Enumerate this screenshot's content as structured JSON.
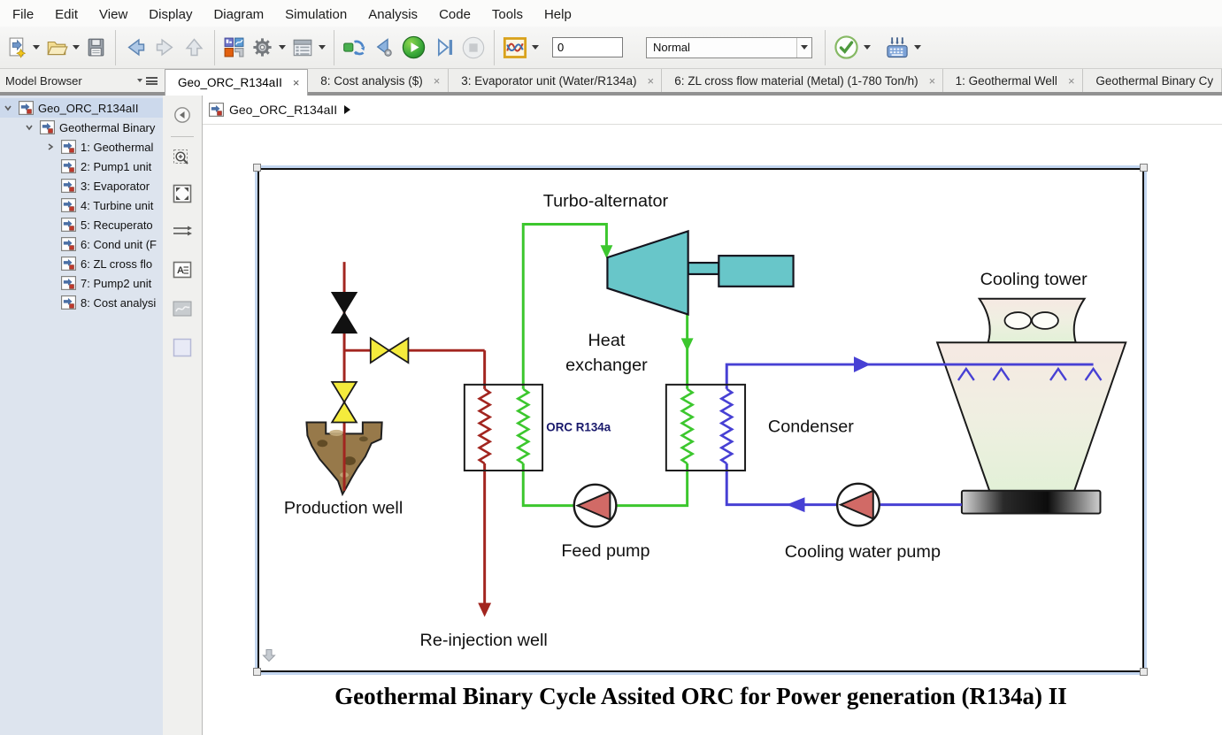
{
  "menubar": {
    "items": [
      "File",
      "Edit",
      "View",
      "Display",
      "Diagram",
      "Simulation",
      "Analysis",
      "Code",
      "Tools",
      "Help"
    ]
  },
  "toolbar": {
    "stop_time": "0",
    "sim_mode": "Normal",
    "icons": [
      "new-model",
      "open-model",
      "save-model",
      "navigate-back",
      "navigate-forward",
      "navigate-up",
      "library-browser",
      "model-settings",
      "model-configuration",
      "update-diagram",
      "step-back",
      "run",
      "step-forward",
      "stop",
      "simulation-data-inspector",
      "model-advisor",
      "fast-restart"
    ]
  },
  "model_browser": {
    "title": "Model Browser",
    "items": [
      {
        "label": "Geo_ORC_R134aII",
        "indent": 0,
        "expander": "expanded",
        "selected": true
      },
      {
        "label": "Geothermal Binary",
        "indent": 1,
        "expander": "expanded"
      },
      {
        "label": "1: Geothermal",
        "indent": 2,
        "expander": "collapsed"
      },
      {
        "label": "2: Pump1 unit",
        "indent": 2,
        "expander": "none"
      },
      {
        "label": "3: Evaporator",
        "indent": 2,
        "expander": "none"
      },
      {
        "label": "4: Turbine unit",
        "indent": 2,
        "expander": "none"
      },
      {
        "label": "5: Recuperato",
        "indent": 2,
        "expander": "none"
      },
      {
        "label": "6: Cond unit (F",
        "indent": 2,
        "expander": "none"
      },
      {
        "label": "6: ZL cross flo",
        "indent": 2,
        "expander": "none"
      },
      {
        "label": "7: Pump2 unit",
        "indent": 2,
        "expander": "none"
      },
      {
        "label": "8: Cost analysi",
        "indent": 2,
        "expander": "none"
      }
    ]
  },
  "tabs": {
    "items": [
      {
        "label": "Geo_ORC_R134aII",
        "active": true,
        "closable": true
      },
      {
        "label": "8: Cost analysis ($)",
        "active": false,
        "closable": true
      },
      {
        "label": "3: Evaporator unit (Water/R134a)",
        "active": false,
        "closable": true
      },
      {
        "label": "6: ZL cross flow material (Metal) (1-780 Ton/h)",
        "active": false,
        "closable": true
      },
      {
        "label": "1: Geothermal Well",
        "active": false,
        "closable": true
      },
      {
        "label": "Geothermal Binary Cy",
        "active": false,
        "closable": false
      }
    ]
  },
  "breadcrumb": {
    "model": "Geo_ORC_R134aII"
  },
  "palette_icons": [
    "hide-model-browser",
    "zoom-region",
    "fit-to-view",
    "signal-routing",
    "annotation",
    "image",
    "area"
  ],
  "diagram": {
    "labels": {
      "turbo_alternator": "Turbo-alternator",
      "heat_line1": "Heat",
      "heat_line2": "exchanger",
      "orc_fluid": "ORC R134a",
      "condenser": "Condenser",
      "cooling_tower": "Cooling tower",
      "production_well": "Production well",
      "feed_pump": "Feed pump",
      "cooling_water_pump": "Cooling water pump",
      "reinjection_well": "Re-injection well"
    },
    "caption": "Geothermal Binary Cycle Assited ORC for Power generation (R134a) II",
    "colors": {
      "geothermal_line": "#A2251F",
      "orc_line": "#3CC72E",
      "cooling_line": "#4740D4",
      "turbine_fill": "#68C6C9",
      "pump_fill": "#D16A66",
      "valve_yellow": "#F4EB3C"
    }
  }
}
